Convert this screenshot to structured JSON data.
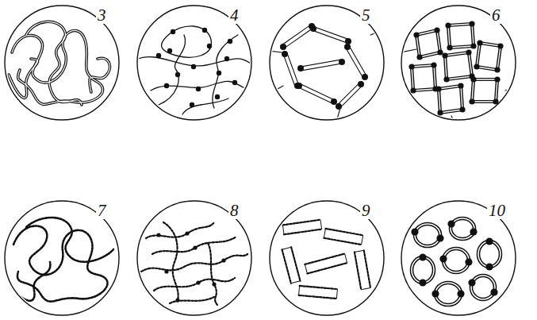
{
  "diagram": {
    "labels": [
      "3",
      "4",
      "5",
      "6",
      "7",
      "8",
      "9",
      "10"
    ]
  }
}
